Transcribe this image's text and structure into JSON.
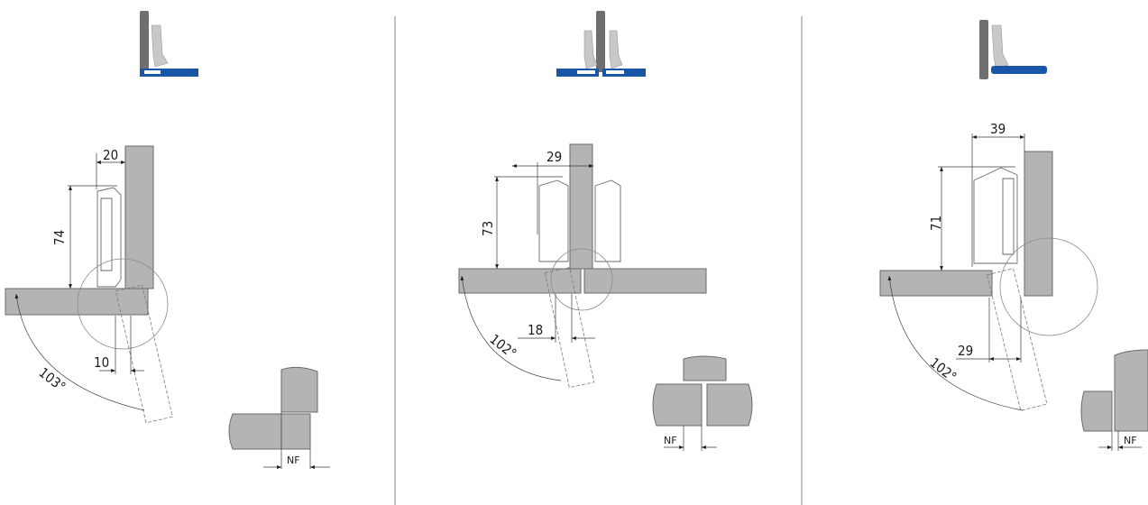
{
  "colors": {
    "door_blue": "#1a56a8",
    "panel_gray": "#b4b4b4",
    "icon_gray": "#6f6f6f"
  },
  "panels": [
    {
      "icon": "full-overlay-icon",
      "dims": {
        "width": "20",
        "height": "74",
        "offset": "10",
        "angle": "103°"
      },
      "nf_label": "NF"
    },
    {
      "icon": "half-overlay-icon",
      "dims": {
        "width": "29",
        "height": "73",
        "offset": "18",
        "angle": "102°"
      },
      "nf_label": "NF"
    },
    {
      "icon": "inset-icon",
      "dims": {
        "width": "39",
        "height": "71",
        "offset": "29",
        "angle": "102°"
      },
      "nf_label": "NF"
    }
  ]
}
